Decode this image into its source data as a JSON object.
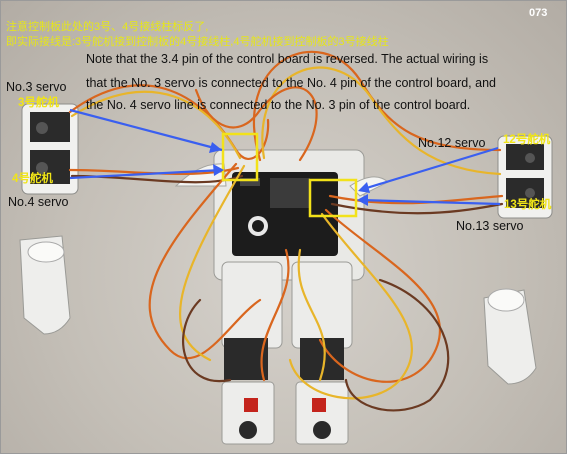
{
  "image_code": "073",
  "chinese_notes": {
    "line1": "注意控制板此处的3号、4号接线柱标反了,",
    "line2": "即实际接线是:3号舵机接到控制板的4号接线柱,4号舵机接到控制板的3号接线柱"
  },
  "english_note": {
    "line1": "Note that the 3.4 pin of the control board is reversed. The actual wiring is",
    "line2": "that the No. 3 servo is connected to the No. 4 pin of the control board, and",
    "line3": "the No. 4 servo line is connected to the No. 3 pin of the control board."
  },
  "labels": {
    "no3_en": "No.3 servo",
    "no3_cn": "3号舵机",
    "no4_cn": "4号舵机",
    "no4_en": "No.4 servo",
    "no12_en": "No.12 servo",
    "no12_cn": "12号舵机",
    "no13_cn": "13号舵机",
    "no13_en": "No.13 servo"
  },
  "colors": {
    "annotation_yellow": "#f0e418",
    "arrow_blue": "#3a5ff0",
    "box_yellow": "#f2e21a",
    "wire_orange": "#d9661e",
    "wire_yellow": "#e8b52a",
    "wire_brown": "#6b3a22"
  }
}
